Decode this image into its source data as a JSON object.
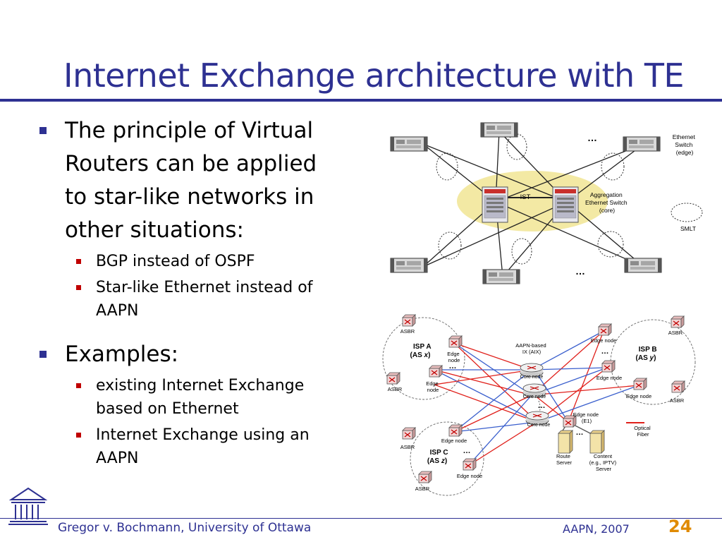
{
  "slide": {
    "title": "Internet Exchange architecture with TE",
    "bullets": [
      {
        "text": "The principle of Virtual Routers can be applied to star-like networks in other situations:",
        "lines": [
          "The principle of Virtual",
          "Routers can be applied",
          "to star-like networks in",
          "other situations:"
        ],
        "sub": [
          {
            "lines": [
              "BGP instead of OSPF"
            ]
          },
          {
            "lines": [
              "Star-like Ethernet instead of",
              "AAPN"
            ]
          }
        ]
      },
      {
        "text": "Examples:",
        "lines": [
          "Examples:"
        ],
        "sub": [
          {
            "lines": [
              "existing Internet Exchange",
              "based on Ethernet"
            ]
          },
          {
            "lines": [
              "Internet Exchange using an",
              "AAPN"
            ]
          }
        ]
      }
    ]
  },
  "diagram_top": {
    "labels": {
      "edge_switch": [
        "Ethernet",
        "Switch",
        "(edge)"
      ],
      "ist": "IST",
      "aggregation": [
        "Aggregation",
        "Ethernet Switch",
        "(core)"
      ],
      "smlt": "SMLT",
      "ellipsis_top": "…",
      "ellipsis_bottom": "…"
    }
  },
  "diagram_bottom": {
    "labels": {
      "asbr": "ASBR",
      "isp_a": [
        "ISP A",
        "(AS ",
        "x",
        ")"
      ],
      "isp_b": [
        "ISP B",
        "(AS ",
        "y",
        ")"
      ],
      "isp_c": [
        "ISP C",
        "(AS ",
        "z",
        ")"
      ],
      "edge_node": "Edge node",
      "edge_node_split": [
        "Edge",
        "node"
      ],
      "edge_node_e1": [
        "Edge node",
        "(E1)"
      ],
      "core_node": "Core node",
      "aix": [
        "AAPN-based",
        "IX (AIX)"
      ],
      "route_server": [
        "Route",
        "Server"
      ],
      "content_server": [
        "Content",
        "(e.g., IPTV)",
        "Server"
      ],
      "optical_fiber": [
        "Optical",
        "Fiber"
      ],
      "dots": "…"
    }
  },
  "footer": {
    "author": "Gregor v. Bochmann, University of Ottawa",
    "event": "AAPN, 2007",
    "page": "24"
  },
  "colors": {
    "title": "#2e3192",
    "accent_orange": "#e08a00",
    "sub_bullet": "#c00000",
    "ring_fill": "#f3e9a4",
    "link_red": "#e0201b",
    "link_blue": "#3a5fcd"
  }
}
